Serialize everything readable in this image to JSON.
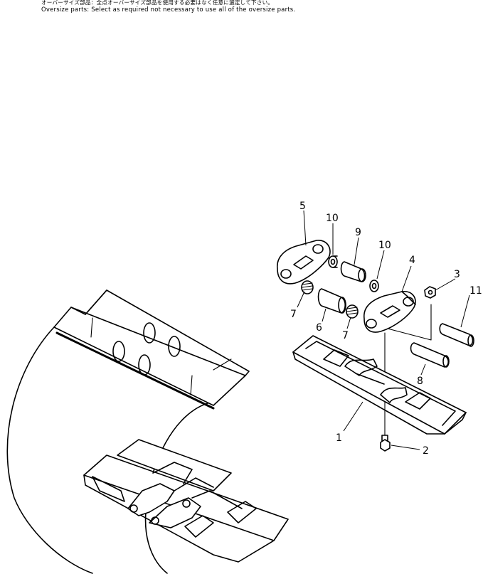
{
  "header": {
    "note_japanese": "オーバーサイズ部品：全点オーバーサイズ部品を使用する必要はなく任意に選定して下さい。",
    "note_english": "Oversize parts: Select as required not necessary to use all of the oversize parts."
  },
  "callouts": [
    {
      "id": "5",
      "label": "5"
    },
    {
      "id": "10a",
      "label": "10"
    },
    {
      "id": "9",
      "label": "9"
    },
    {
      "id": "10b",
      "label": "10"
    },
    {
      "id": "4",
      "label": "4"
    },
    {
      "id": "3",
      "label": "3"
    },
    {
      "id": "11",
      "label": "11"
    },
    {
      "id": "7a",
      "label": "7"
    },
    {
      "id": "6",
      "label": "6"
    },
    {
      "id": "7b",
      "label": "7"
    },
    {
      "id": "8",
      "label": "8"
    },
    {
      "id": "1",
      "label": "1"
    },
    {
      "id": "2",
      "label": "2"
    }
  ]
}
